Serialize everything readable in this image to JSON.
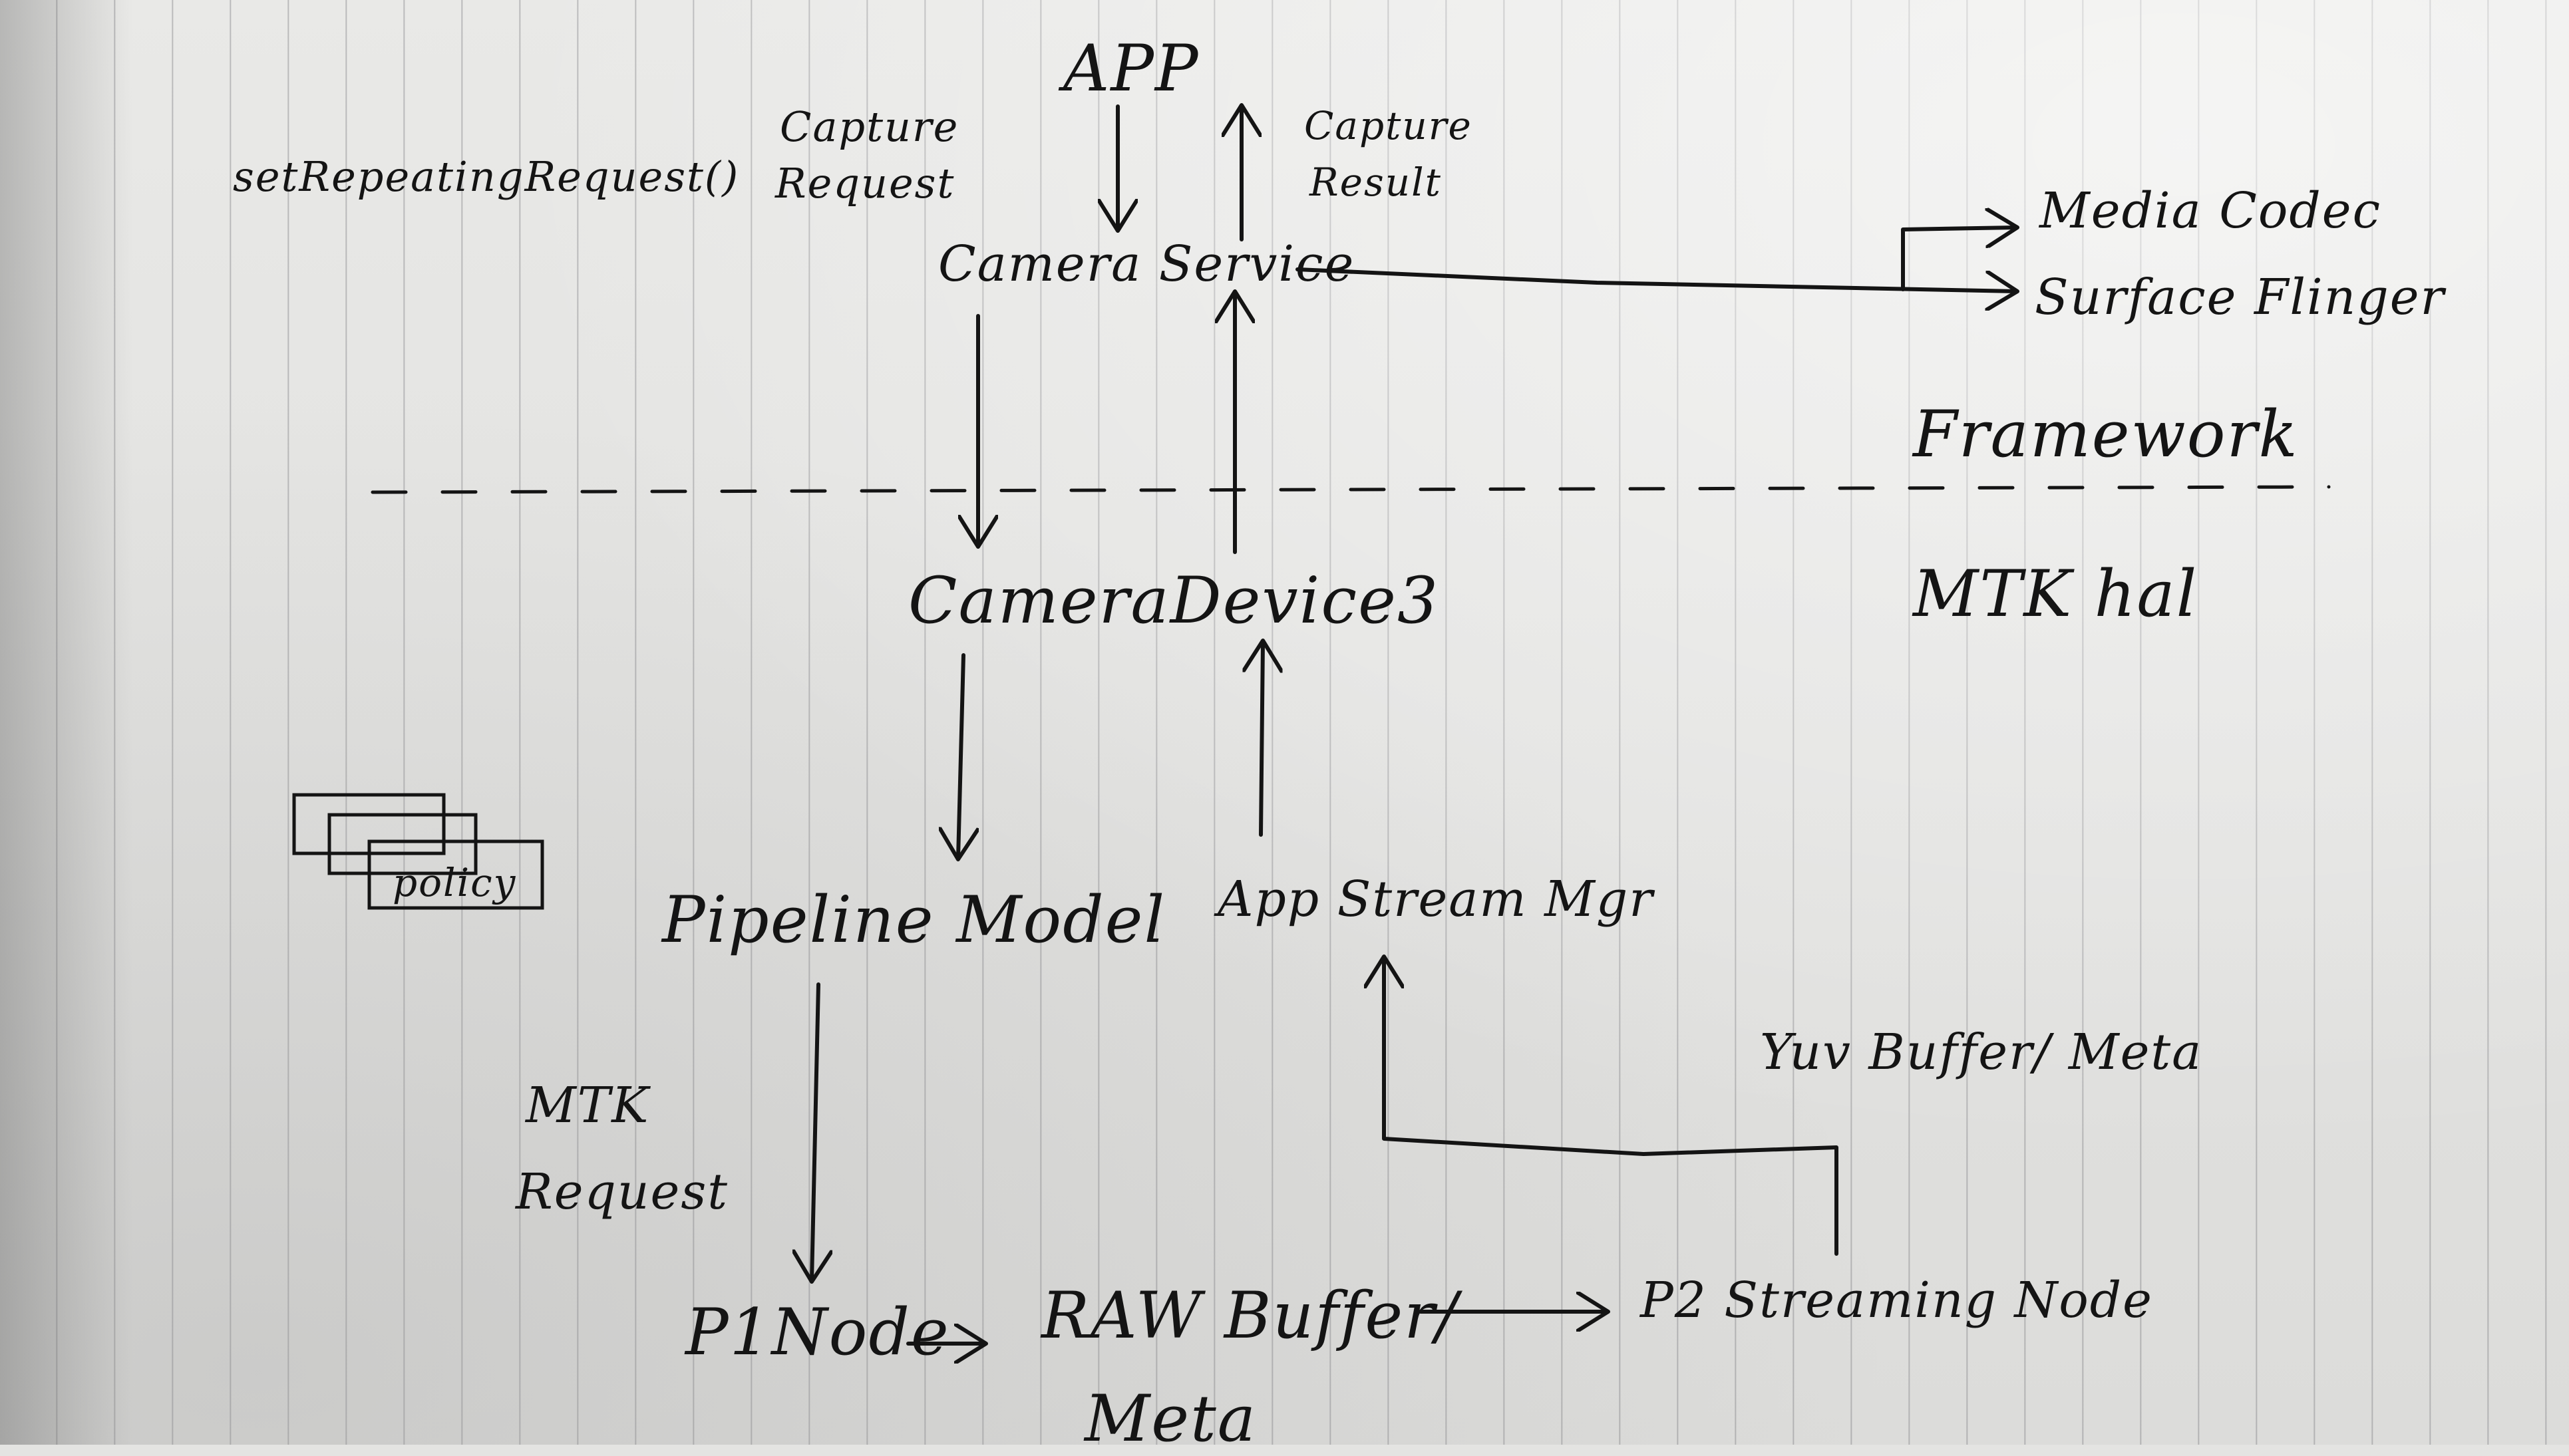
{
  "labels": {
    "app": "APP",
    "set_repeating": "setRepeatingRequest()",
    "capture_request_1": "Capture",
    "capture_request_2": "Request",
    "capture_result_1": "Capture",
    "capture_result_2": "Result",
    "camera_service": "Camera Service",
    "media_codec": "Media Codec",
    "surface_flinger": "Surface Flinger",
    "framework": "Framework",
    "mtk_hal": "MTK hal",
    "camera_device3": "CameraDevice3",
    "policy": "policy",
    "pipeline_model": "Pipeline Model",
    "app_stream_mgr": "App Stream Mgr",
    "yuv_buffer_meta": "Yuv Buffer/ Meta",
    "mtk_request_1": "MTK",
    "mtk_request_2": "Request",
    "p1_node": "P1Node",
    "raw_buffer_1": "RAW Buffer/",
    "raw_buffer_2": "Meta",
    "p2_streaming_node": "P2 Streaming Node"
  },
  "colors": {
    "ink": "#141414",
    "paper": "#e4e4e2",
    "rule": "#8a8a90"
  }
}
